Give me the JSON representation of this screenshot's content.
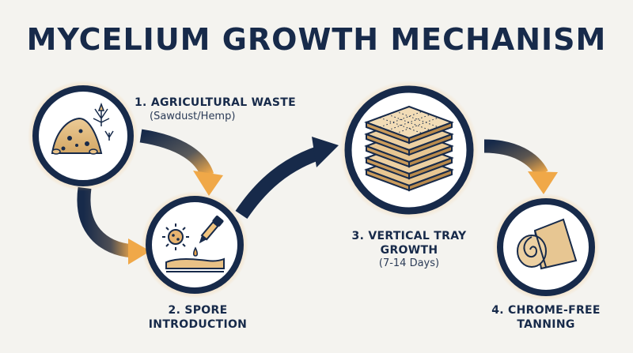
{
  "title": "MYCELIUM GROWTH MECHANISM",
  "colors": {
    "navy": "#172a4a",
    "accent": "#e8a24a",
    "background": "#f4f3ef",
    "material": "#e7c692"
  },
  "steps": [
    {
      "label": "1. AGRICULTURAL WASTE",
      "sub": "(Sawdust/Hemp)",
      "icon": "sawdust-hemp-pile-icon"
    },
    {
      "label_line1": "2. SPORE",
      "label_line2": "INTRODUCTION",
      "icon": "spore-dropper-icon"
    },
    {
      "label_line1": "3. VERTICAL TRAY",
      "label_line2": "GROWTH",
      "sub": "(7-14 Days)",
      "icon": "stacked-trays-icon"
    },
    {
      "label_line1": "4. CHROME-FREE",
      "label_line2": "TANNING",
      "icon": "rolled-leather-icon"
    }
  ]
}
